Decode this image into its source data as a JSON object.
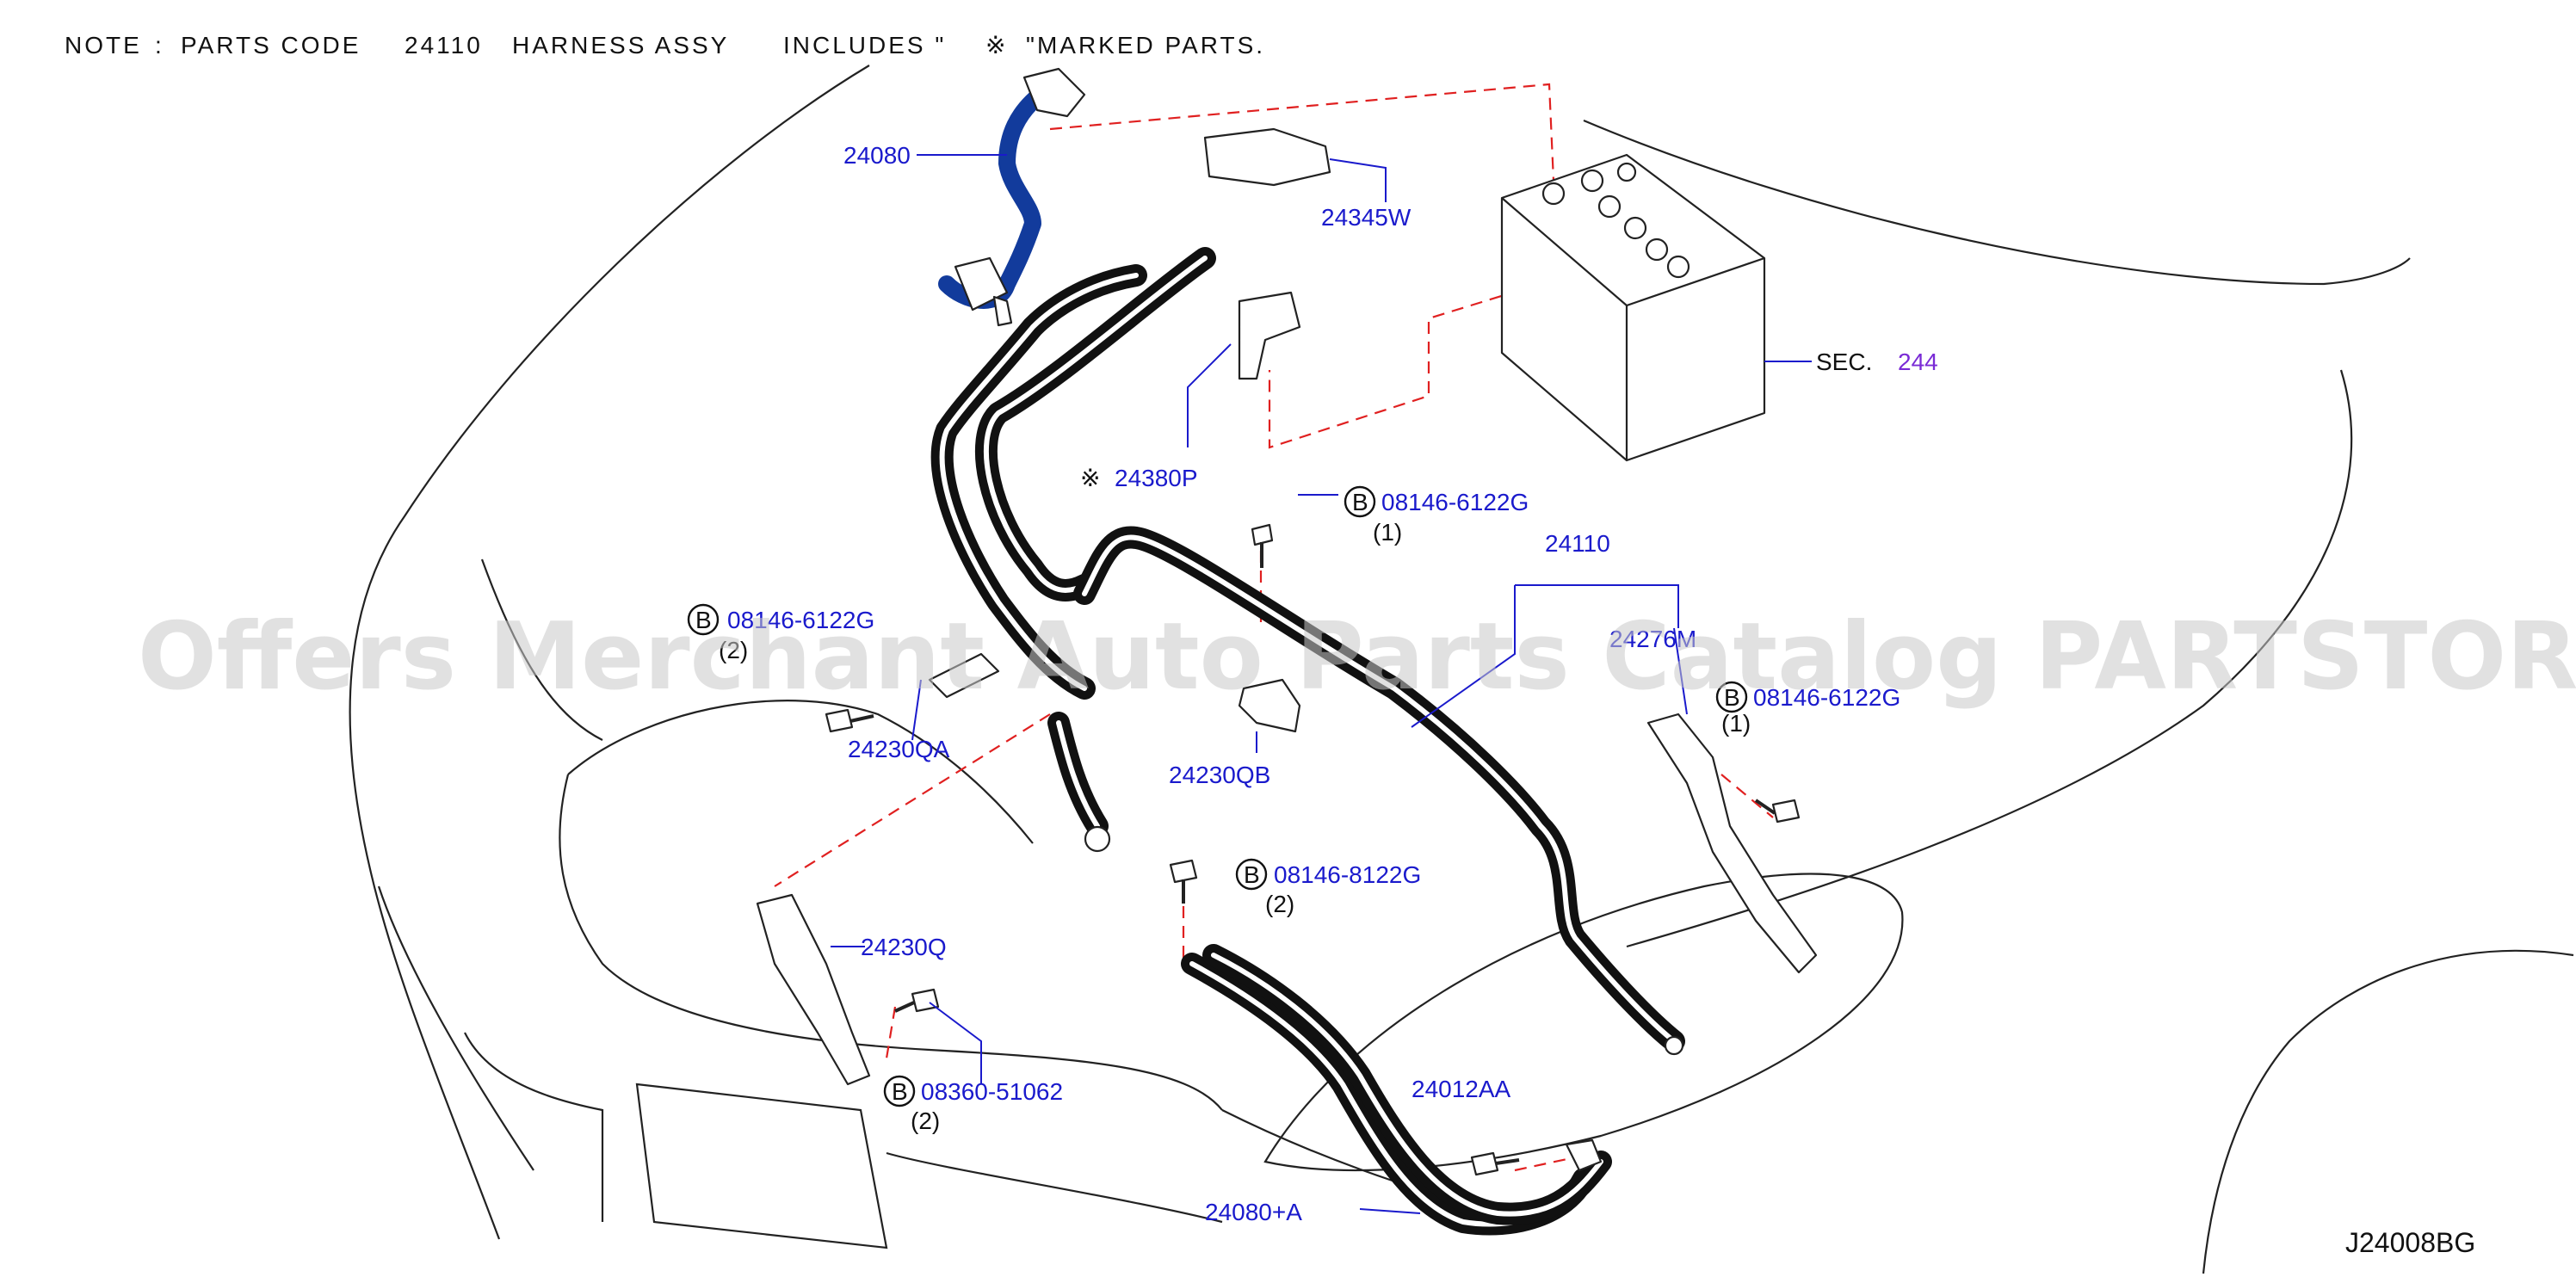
{
  "note": {
    "prefix": "NOTE",
    "colon": ":",
    "text1": "PARTS CODE",
    "code": "24110",
    "text2": "HARNESS ASSY",
    "text3": "INCLUDES \"",
    "symbol": "※",
    "text4": "\"MARKED PARTS."
  },
  "watermark": "Offers Merchant Auto Parts Catalog PARTSTORE.SA",
  "diagram_code": "J24008BG",
  "bolt_letter": "B",
  "labels": {
    "p24080": "24080",
    "p24345w": "24345W",
    "sec_prefix": "SEC.",
    "sec_number": "244",
    "p24380p": "24380P",
    "bolt1_code": "08146-6122G",
    "bolt1_qty": "(1)",
    "p24110": "24110",
    "bolt2_code": "08146-6122G",
    "bolt2_qty": "(2)",
    "p24276m": "24276M",
    "bolt3_code": "08146-6122G",
    "bolt3_qty": "(1)",
    "p24230qa": "24230QA",
    "p24230qb": "24230QB",
    "bolt4_code": "08146-8122G",
    "bolt4_qty": "(2)",
    "p24230q": "24230Q",
    "bolt5_code": "08360-51062",
    "bolt5_qty": "(2)",
    "p24012aa": "24012AA",
    "p24080a": "24080+A"
  }
}
